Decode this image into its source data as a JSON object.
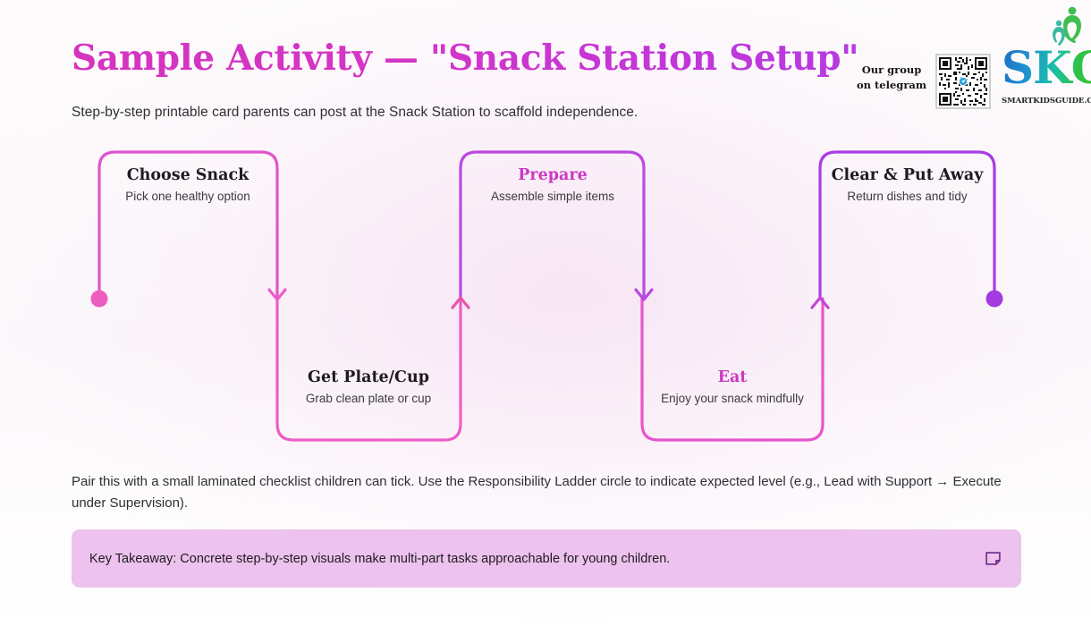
{
  "header": {
    "title": "Sample Activity — \"Snack Station Setup\"",
    "subtitle": "Step-by-step printable card parents can post at the Snack Station to scaffold independence."
  },
  "brand": {
    "telegram_label": "Our group on telegram",
    "qr_name": "qr-code",
    "logo_word": "SKG",
    "logo_domain": "SMARTKIDSGUIDE.COM",
    "colors": {
      "logo_gradient_start": "#1d6fc4",
      "logo_gradient_end": "#34c132",
      "title_gradient_start": "#d534c0",
      "title_gradient_end": "#b63ae0"
    }
  },
  "flow": {
    "start_node_color": "#ef5cc0",
    "end_node_color": "#a23ce0",
    "steps": [
      {
        "title": "Choose Snack",
        "desc": "Pick one healthy option",
        "row": "top",
        "accent": false,
        "stroke": "#e055cf"
      },
      {
        "title": "Get Plate/Cup",
        "desc": "Grab clean plate or cup",
        "row": "bottom",
        "accent": false,
        "stroke": "#ef5cc8"
      },
      {
        "title": "Prepare",
        "desc": "Assemble simple items",
        "row": "top",
        "accent": true,
        "stroke": "#b94ae0"
      },
      {
        "title": "Eat",
        "desc": "Enjoy your snack mindfully",
        "row": "bottom",
        "accent": true,
        "stroke": "#e955cb"
      },
      {
        "title": "Clear & Put Away",
        "desc": "Return dishes and tidy",
        "row": "top",
        "accent": false,
        "stroke": "#a93ce6"
      }
    ]
  },
  "body": {
    "paragraph": "Pair this with a small laminated checklist children can tick. Use the Responsibility Ladder circle to indicate expected level (e.g., Lead with Support → Execute under Supervision)."
  },
  "takeaway": {
    "text": "Key Takeaway: Concrete step-by-step visuals make multi-part tasks approachable for young children.",
    "background": "#edc2ee",
    "icon": "sticky-note-icon"
  }
}
